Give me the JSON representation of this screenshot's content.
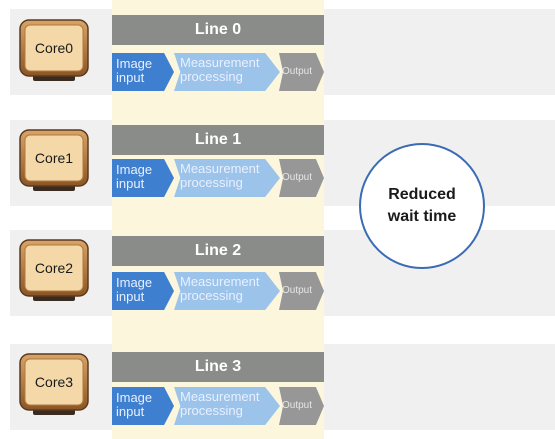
{
  "lines": [
    {
      "core": "Core0",
      "title": "Line 0",
      "image": "Image input",
      "measurement": "Measurement processing",
      "output": "Output"
    },
    {
      "core": "Core1",
      "title": "Line 1",
      "image": "Image input",
      "measurement": "Measurement processing",
      "output": "Output"
    },
    {
      "core": "Core2",
      "title": "Line 2",
      "image": "Image input",
      "measurement": "Measurement processing",
      "output": "Output"
    },
    {
      "core": "Core3",
      "title": "Line 3",
      "image": "Image input",
      "measurement": "Measurement processing",
      "output": "Output"
    }
  ],
  "callout": {
    "line1": "Reduced",
    "line2": "wait time"
  },
  "colors": {
    "band": "#f0f0f0",
    "highlight": "#fbf6dc",
    "header": "#8a8c8a",
    "image_step": "#3f7fcf",
    "measurement_step": "#9cc3ea",
    "output_step": "#979797",
    "chip_body": "#c89050",
    "chip_face": "#f5d8a8",
    "circle_border": "#3b6bb4"
  },
  "icons": {
    "core": "cpu-chip-icon"
  }
}
